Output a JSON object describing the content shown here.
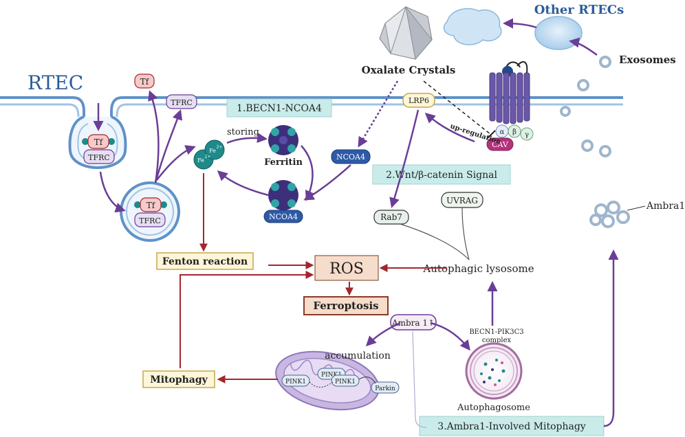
{
  "cell_label": "RTEC",
  "other_cells_label": "Other RTECs",
  "exosomes_label": "Exosomes",
  "crystals_label": "Oxalate Crystals",
  "iron": {
    "tf": "Tf",
    "tfrc": "TFRC",
    "fe": "Fe",
    "fe_charge": "2+",
    "storing": "storing",
    "ferritin": "Ferritin",
    "ncoa4": "NCOA4",
    "fenton": "Fenton reaction"
  },
  "core": {
    "ros": "ROS",
    "ferroptosis": "Ferroptosis"
  },
  "pathways": {
    "p1": "1.BECN1-NCOA4",
    "p2": "2.Wnt/β-catenin Signal",
    "p3": "3.Ambra1-Involved Mitophagy"
  },
  "wnt": {
    "lrp6": "LRP6",
    "upregulation": "up-regulation",
    "cav": "CAV",
    "alpha": "α",
    "beta": "β",
    "gamma": "γ",
    "rab7": "Rab7",
    "uvrag": "UVRAG",
    "autophagic_lysosome": "Autophagic lysosome"
  },
  "mito": {
    "ambra": "Ambra 1↑",
    "ambra1_label": "Ambra1",
    "becn1_line1": "BECN1-PIK3C3",
    "becn1_line2": "complex",
    "autophagosome": "Autophagosome",
    "accumulation": "accumulation",
    "pink1": "PINK1",
    "parkin": "Parkin",
    "mitophagy": "Mitophagy"
  },
  "colors": {
    "purple_arrow": "#6a3d96",
    "red_arrow": "#a3262d",
    "teal_label": "#c9ecea",
    "membrane_blue": "#5f92c7",
    "title_blue": "#2a5d9a",
    "ros_fill": "#f6dccb",
    "cream": "#fdf6d8"
  }
}
